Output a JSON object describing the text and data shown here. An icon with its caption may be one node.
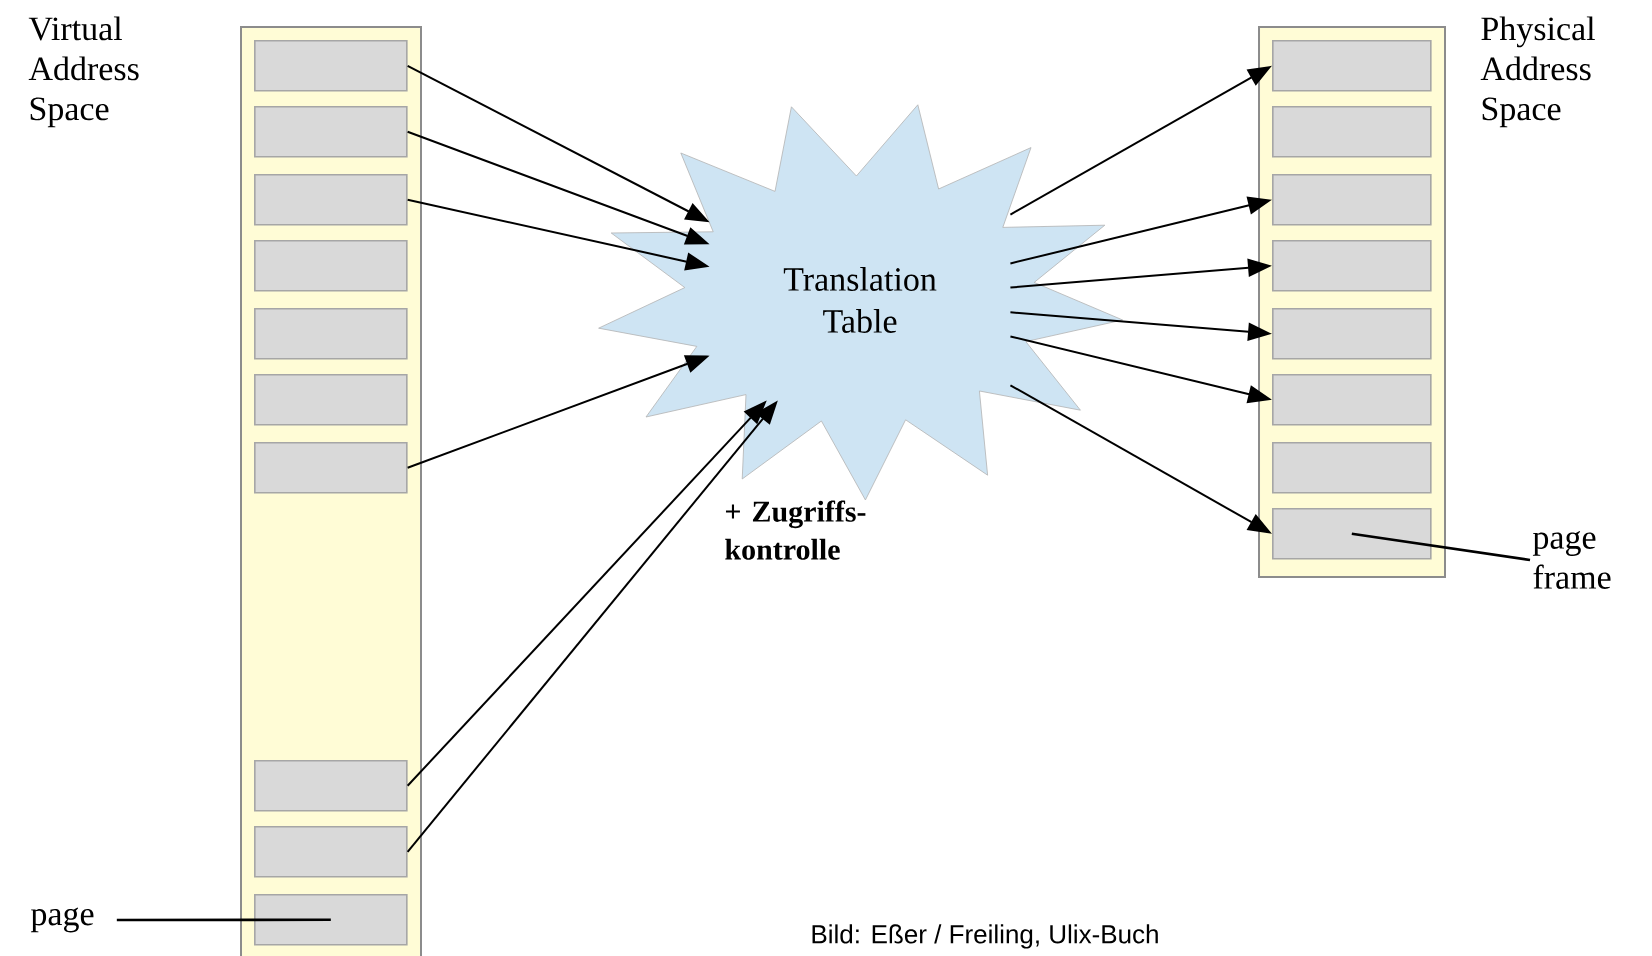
{
  "diagram": {
    "nodes": [
      {
        "text": [
          "Virtual Address Space"
        ]
      },
      {
        "text": [],
        "shape": "box",
        "in": 0
      },
      {
        "text": [],
        "shape": "box",
        "in": 0
      },
      {
        "text": [],
        "shape": "box",
        "in": 0
      },
      {
        "text": [],
        "shape": "box",
        "in": 0
      },
      {
        "text": [],
        "shape": "box",
        "in": 0
      },
      {
        "text": [],
        "shape": "box",
        "in": 0
      },
      {
        "text": [],
        "shape": "box",
        "in": 0
      },
      {
        "text": [],
        "shape": "box",
        "in": 0
      },
      {
        "text": [],
        "shape": "box",
        "in": 0
      },
      {
        "text": [],
        "shape": "box",
        "in": 0
      },
      {
        "text": [
          "Translation Table"
        ],
        "beside": [
          "+ Zugriffs- kontrolle"
        ]
      },
      {
        "text": [
          "Physical Address Space"
        ]
      },
      {
        "text": [],
        "shape": "box",
        "in": 12
      },
      {
        "text": [],
        "shape": "box",
        "in": 12
      },
      {
        "text": [],
        "shape": "box",
        "in": 12
      },
      {
        "text": [],
        "shape": "box",
        "in": 12
      },
      {
        "text": [],
        "shape": "box",
        "in": 12
      },
      {
        "text": [],
        "shape": "box",
        "in": 12
      },
      {
        "text": [],
        "shape": "box",
        "in": 12
      },
      {
        "text": [],
        "shape": "box",
        "in": 12
      },
      {
        "text": [
          "page"
        ]
      },
      {
        "text": [
          "page frame"
        ]
      }
    ],
    "edges": [
      {
        "from": 1,
        "to": 11,
        "arrow": "to"
      },
      {
        "from": 2,
        "to": 11,
        "arrow": "to"
      },
      {
        "from": 3,
        "to": 11,
        "arrow": "to"
      },
      {
        "from": 7,
        "to": 11,
        "arrow": "to"
      },
      {
        "from": 8,
        "to": 11,
        "arrow": "to"
      },
      {
        "from": 9,
        "to": 11,
        "arrow": "to"
      },
      {
        "from": 11,
        "to": 13,
        "arrow": "to"
      },
      {
        "from": 11,
        "to": 15,
        "arrow": "to"
      },
      {
        "from": 11,
        "to": 16,
        "arrow": "to"
      },
      {
        "from": 11,
        "to": 17,
        "arrow": "to"
      },
      {
        "from": 11,
        "to": 18,
        "arrow": "to"
      },
      {
        "from": 11,
        "to": 20,
        "arrow": "to"
      },
      {
        "from": 21,
        "to": 10,
        "arrow": "none"
      },
      {
        "from": 22,
        "to": 20,
        "arrow": "none"
      }
    ],
    "labels": [
      "Bild: Eßer / Freiling, Ulix-Buch"
    ]
  }
}
